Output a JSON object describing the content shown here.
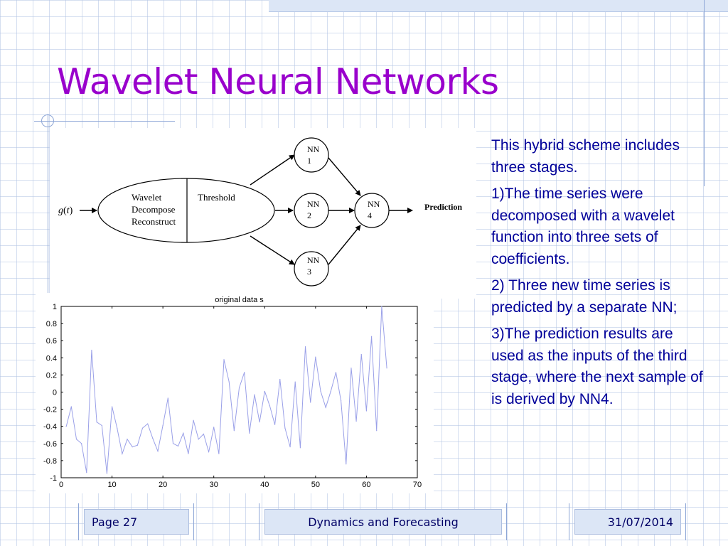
{
  "slide": {
    "title": "Wavelet Neural Networks",
    "body_paragraphs": [
      "This hybrid scheme includes three stages.",
      "1)The time series were decomposed with a wavelet function into three sets of coefficients.",
      "2) Three new time series is predicted by a separate NN;",
      "3)The prediction results are used as the inputs of the third stage, where the next sample of is derived by NN4."
    ]
  },
  "diagram": {
    "input_label": "g(t)",
    "input_parts": [
      "g",
      "(",
      "t",
      ")"
    ],
    "ellipse_left_lines": [
      "Wavelet",
      "Decompose",
      "Reconstruct"
    ],
    "ellipse_right_label": "Threshold",
    "nodes": [
      {
        "id": "nn1",
        "lines": [
          "NN",
          "1"
        ]
      },
      {
        "id": "nn2",
        "lines": [
          "NN",
          "2"
        ]
      },
      {
        "id": "nn3",
        "lines": [
          "NN",
          "3"
        ]
      },
      {
        "id": "nn4",
        "lines": [
          "NN",
          "4"
        ]
      }
    ],
    "output_label": "Prediction"
  },
  "chart_data": {
    "type": "line",
    "title": "original data s",
    "xlabel": "",
    "ylabel": "",
    "xlim": [
      0,
      70
    ],
    "ylim": [
      -1,
      1
    ],
    "x_ticks": [
      "0",
      "10",
      "20",
      "30",
      "40",
      "50",
      "60",
      "70"
    ],
    "y_ticks": [
      "-1",
      "-0.8",
      "-0.6",
      "-0.4",
      "-0.2",
      "0",
      "0.2",
      "0.4",
      "0.6",
      "0.8",
      "1"
    ],
    "grid": false,
    "series_color": "#9aa0e8",
    "x": [
      1,
      2,
      3,
      4,
      5,
      6,
      7,
      8,
      9,
      10,
      11,
      12,
      13,
      14,
      15,
      16,
      17,
      18,
      19,
      20,
      21,
      22,
      23,
      24,
      25,
      26,
      27,
      28,
      29,
      30,
      31,
      32,
      33,
      34,
      35,
      36,
      37,
      38,
      39,
      40,
      41,
      42,
      43,
      44,
      45,
      46,
      47,
      48,
      49,
      50,
      51,
      52,
      53,
      54,
      55,
      56,
      57,
      58,
      59,
      60,
      61,
      62,
      63,
      64
    ],
    "y": [
      -0.4,
      -0.17,
      -0.55,
      -0.6,
      -0.94,
      0.49,
      -0.35,
      -0.39,
      -0.95,
      -0.17,
      -0.42,
      -0.72,
      -0.55,
      -0.64,
      -0.62,
      -0.42,
      -0.37,
      -0.54,
      -0.69,
      -0.39,
      -0.07,
      -0.6,
      -0.63,
      -0.48,
      -0.72,
      -0.33,
      -0.55,
      -0.49,
      -0.7,
      -0.41,
      -0.72,
      0.38,
      0.12,
      -0.45,
      0.05,
      0.23,
      -0.48,
      -0.03,
      -0.35,
      0.01,
      -0.16,
      -0.38,
      0.15,
      -0.42,
      -0.64,
      0.12,
      -0.65,
      0.53,
      -0.12,
      0.41,
      0.01,
      -0.18,
      0.01,
      0.23,
      -0.1,
      -0.84,
      0.28,
      -0.34,
      0.44,
      -0.22,
      0.65,
      -0.45,
      1.0,
      0.28
    ]
  },
  "footer": {
    "page": "Page 27",
    "title": "Dynamics and Forecasting",
    "date": "31/07/2014"
  }
}
